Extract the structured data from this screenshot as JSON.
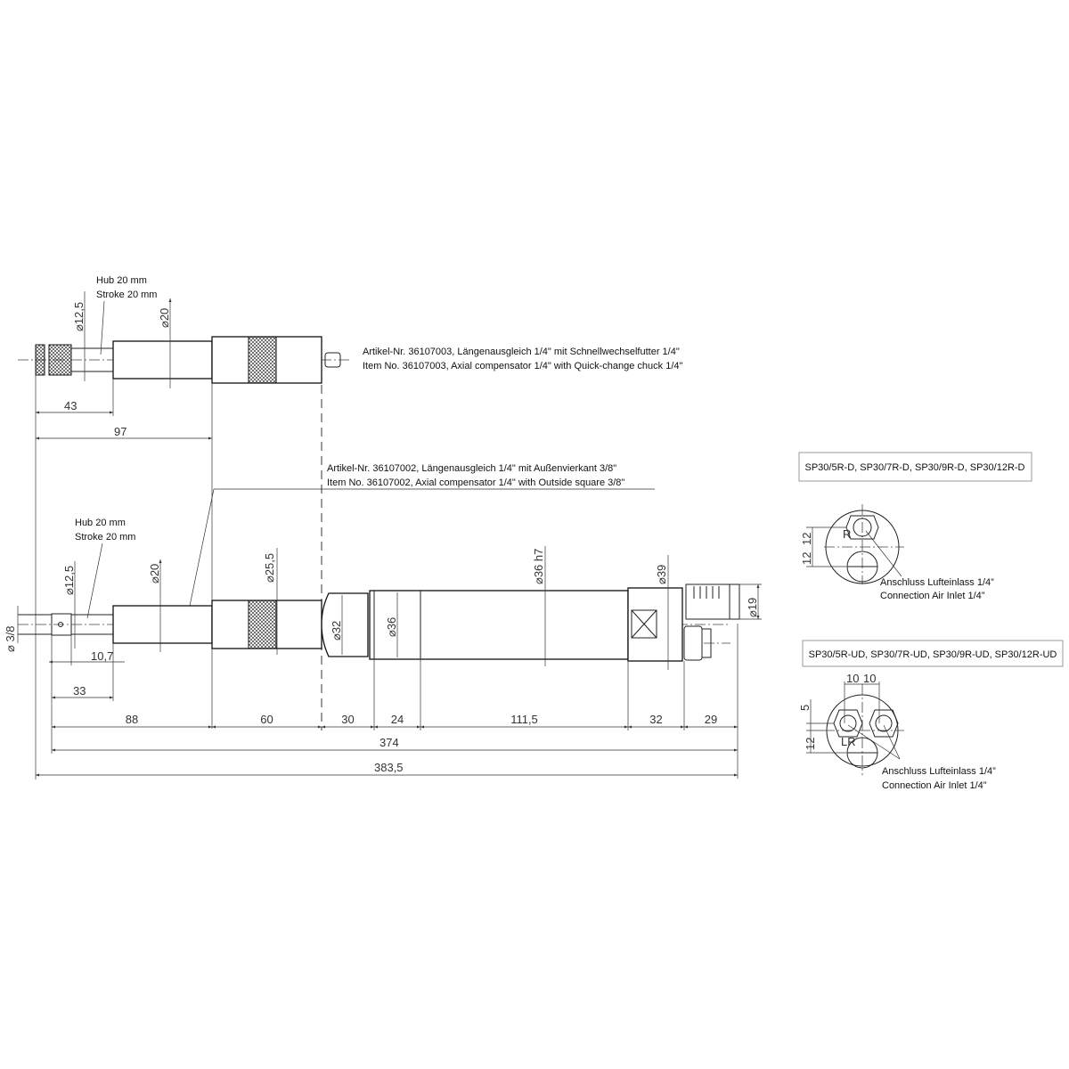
{
  "top_tool": {
    "stroke_de": "Hub 20 mm",
    "stroke_en": "Stroke 20 mm",
    "dia_shaft": "⌀12,5",
    "dia_body": "⌀20",
    "dim_43": "43",
    "dim_97": "97",
    "label_de": "Artikel-Nr. 36107003, Längenausgleich 1/4\" mit Schnellwechselfutter 1/4\"",
    "label_en": "Item No. 36107003, Axial compensator 1/4\" with Quick-change chuck 1/4\""
  },
  "bottom_tool": {
    "stroke_de": "Hub 20 mm",
    "stroke_en": "Stroke 20 mm",
    "square": "⌀ 3/8",
    "dia_shaft": "⌀12,5",
    "dia_body": "⌀20",
    "dia_sleeve": "⌀25,5",
    "dia_32": "⌀32",
    "dia_36": "⌀36",
    "dia_36h7": "⌀36 h7",
    "dia_39": "⌀39",
    "dia_19": "⌀19",
    "dim_10_7": "10,7",
    "dim_33": "33",
    "segments": [
      "88",
      "60",
      "30",
      "24",
      "111,5",
      "32",
      "29"
    ],
    "dim_374": "374",
    "dim_383_5": "383,5",
    "label_de": "Artikel-Nr. 36107002, Längenausgleich 1/4\" mit Außenvierkant 3/8\"",
    "label_en": "Item No. 36107002, Axial compensator 1/4\" with Outside square 3/8\""
  },
  "view_d": {
    "title": "SP30/5R-D, SP30/7R-D, SP30/9R-D, SP30/12R-D",
    "dim_a": "12",
    "dim_b": "12",
    "port": "R",
    "note_de": "Anschluss Lufteinlass 1/4”",
    "note_en": "Connection Air Inlet 1/4”"
  },
  "view_ud": {
    "title": "SP30/5R-UD, SP30/7R-UD, SP30/9R-UD, SP30/12R-UD",
    "dim_left": "10",
    "dim_right": "10",
    "dim_5": "5",
    "dim_12": "12",
    "ports": "LR",
    "note_de": "Anschluss Lufteinlass 1/4”",
    "note_en": "Connection Air Inlet 1/4”"
  }
}
